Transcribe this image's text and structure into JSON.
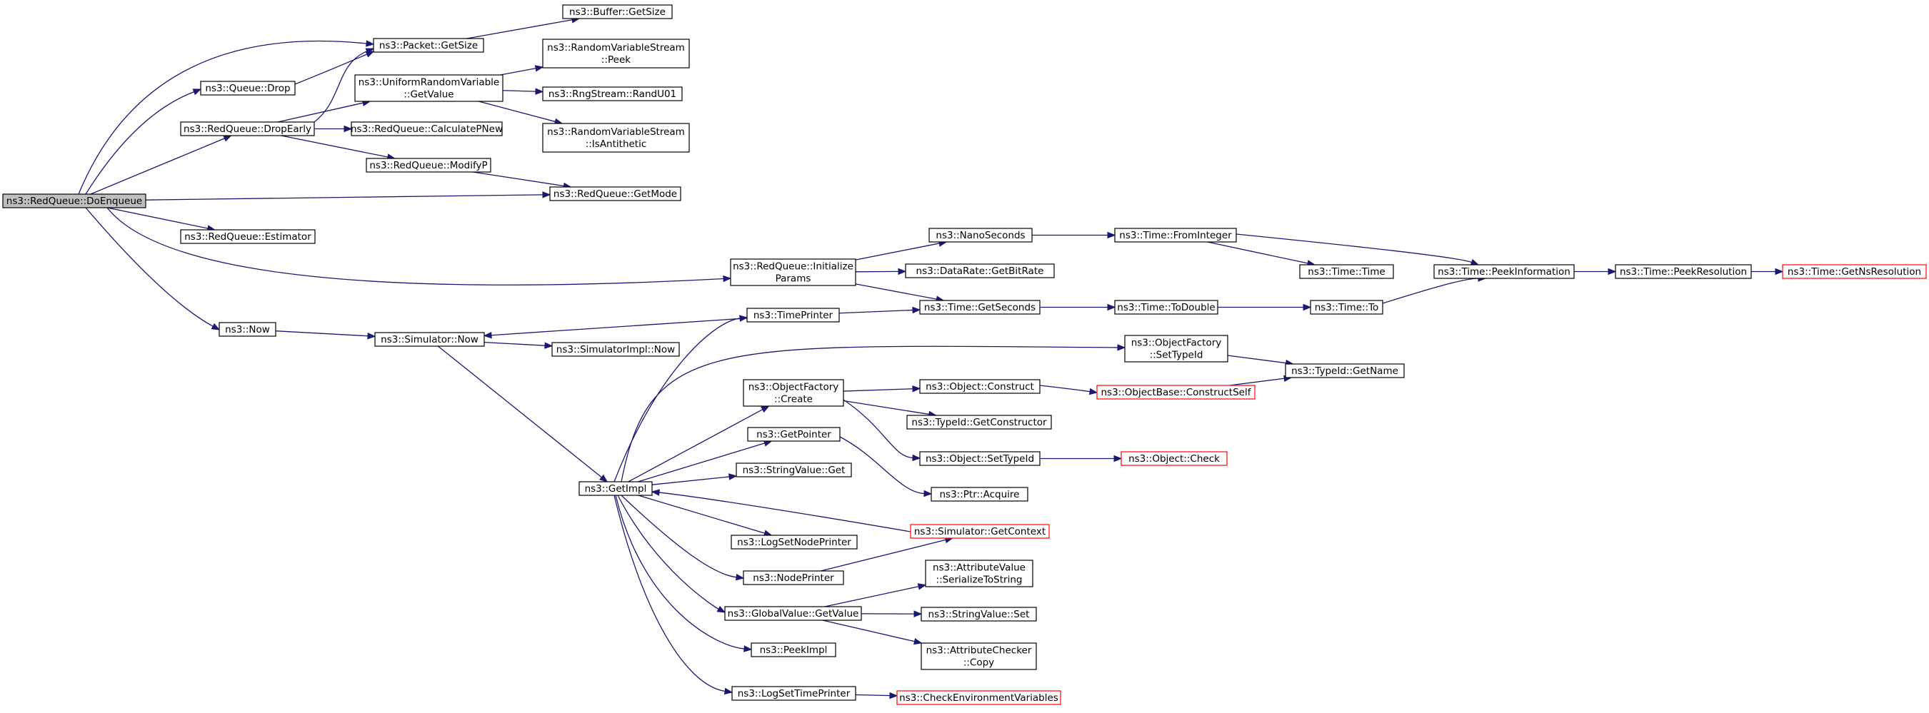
{
  "graph": {
    "edge_color": "#191970",
    "root_fill": "#bfbfbf",
    "truncated_border_color": "#ff0000",
    "nodes": [
      {
        "id": "root",
        "lines": [
          "ns3::RedQueue::DoEnqueue"
        ],
        "style": "root"
      },
      {
        "id": "buffer_getsize",
        "lines": [
          "ns3::Buffer::GetSize"
        ],
        "style": "normal"
      },
      {
        "id": "packet_getsize",
        "lines": [
          "ns3::Packet::GetSize"
        ],
        "style": "normal"
      },
      {
        "id": "queue_drop",
        "lines": [
          "ns3::Queue::Drop"
        ],
        "style": "normal"
      },
      {
        "id": "uniform_getvalue",
        "lines": [
          "ns3::UniformRandomVariable",
          "::GetValue"
        ],
        "style": "normal"
      },
      {
        "id": "rvs_peek",
        "lines": [
          "ns3::RandomVariableStream",
          "::Peek"
        ],
        "style": "normal"
      },
      {
        "id": "rngstream_randu01",
        "lines": [
          "ns3::RngStream::RandU01"
        ],
        "style": "normal"
      },
      {
        "id": "redqueue_dropearly",
        "lines": [
          "ns3::RedQueue::DropEarly"
        ],
        "style": "normal"
      },
      {
        "id": "redqueue_calculatepnew",
        "lines": [
          "ns3::RedQueue::CalculatePNew"
        ],
        "style": "normal"
      },
      {
        "id": "rvs_isantithetic",
        "lines": [
          "ns3::RandomVariableStream",
          "::IsAntithetic"
        ],
        "style": "normal"
      },
      {
        "id": "redqueue_modifyp",
        "lines": [
          "ns3::RedQueue::ModifyP"
        ],
        "style": "normal"
      },
      {
        "id": "redqueue_getmode",
        "lines": [
          "ns3::RedQueue::GetMode"
        ],
        "style": "normal"
      },
      {
        "id": "redqueue_estimator",
        "lines": [
          "ns3::RedQueue::Estimator"
        ],
        "style": "normal"
      },
      {
        "id": "nanoseconds",
        "lines": [
          "ns3::NanoSeconds"
        ],
        "style": "normal"
      },
      {
        "id": "time_frominteger",
        "lines": [
          "ns3::Time::FromInteger"
        ],
        "style": "normal"
      },
      {
        "id": "redqueue_initparams",
        "lines": [
          "ns3::RedQueue::Initialize",
          "Params"
        ],
        "style": "normal"
      },
      {
        "id": "datarate_getbitrate",
        "lines": [
          "ns3::DataRate::GetBitRate"
        ],
        "style": "normal"
      },
      {
        "id": "time_time",
        "lines": [
          "ns3::Time::Time"
        ],
        "style": "normal"
      },
      {
        "id": "time_peekinformation",
        "lines": [
          "ns3::Time::PeekInformation"
        ],
        "style": "normal"
      },
      {
        "id": "time_peekresolution",
        "lines": [
          "ns3::Time::PeekResolution"
        ],
        "style": "normal"
      },
      {
        "id": "time_getnsresolution",
        "lines": [
          "ns3::Time::GetNsResolution"
        ],
        "style": "truncated"
      },
      {
        "id": "time_getseconds",
        "lines": [
          "ns3::Time::GetSeconds"
        ],
        "style": "normal"
      },
      {
        "id": "time_todouble",
        "lines": [
          "ns3::Time::ToDouble"
        ],
        "style": "normal"
      },
      {
        "id": "time_to",
        "lines": [
          "ns3::Time::To"
        ],
        "style": "normal"
      },
      {
        "id": "timeprinter",
        "lines": [
          "ns3::TimePrinter"
        ],
        "style": "normal"
      },
      {
        "id": "now",
        "lines": [
          "ns3::Now"
        ],
        "style": "normal"
      },
      {
        "id": "simulator_now",
        "lines": [
          "ns3::Simulator::Now"
        ],
        "style": "normal"
      },
      {
        "id": "simulatorimpl_now",
        "lines": [
          "ns3::SimulatorImpl::Now"
        ],
        "style": "normal"
      },
      {
        "id": "objectfactory_settypeid",
        "lines": [
          "ns3::ObjectFactory",
          "::SetTypeId"
        ],
        "style": "normal"
      },
      {
        "id": "typeid_getname",
        "lines": [
          "ns3::TypeId::GetName"
        ],
        "style": "normal"
      },
      {
        "id": "objectfactory_create",
        "lines": [
          "ns3::ObjectFactory",
          "::Create"
        ],
        "style": "normal"
      },
      {
        "id": "object_construct",
        "lines": [
          "ns3::Object::Construct"
        ],
        "style": "normal"
      },
      {
        "id": "objectbase_constructself",
        "lines": [
          "ns3::ObjectBase::ConstructSelf"
        ],
        "style": "truncated"
      },
      {
        "id": "typeid_getconstructor",
        "lines": [
          "ns3::TypeId::GetConstructor"
        ],
        "style": "normal"
      },
      {
        "id": "getpointer",
        "lines": [
          "ns3::GetPointer"
        ],
        "style": "normal"
      },
      {
        "id": "object_settypeid",
        "lines": [
          "ns3::Object::SetTypeId"
        ],
        "style": "normal"
      },
      {
        "id": "object_check",
        "lines": [
          "ns3::Object::Check"
        ],
        "style": "truncated"
      },
      {
        "id": "stringvalue_get",
        "lines": [
          "ns3::StringValue::Get"
        ],
        "style": "normal"
      },
      {
        "id": "getimpl",
        "lines": [
          "ns3::GetImpl"
        ],
        "style": "normal"
      },
      {
        "id": "ptr_acquire",
        "lines": [
          "ns3::Ptr::Acquire"
        ],
        "style": "normal"
      },
      {
        "id": "simulator_getcontext",
        "lines": [
          "ns3::Simulator::GetContext"
        ],
        "style": "truncated"
      },
      {
        "id": "logsetnodeprinter",
        "lines": [
          "ns3::LogSetNodePrinter"
        ],
        "style": "normal"
      },
      {
        "id": "nodeprinter",
        "lines": [
          "ns3::NodePrinter"
        ],
        "style": "normal"
      },
      {
        "id": "attrvalue_serialize",
        "lines": [
          "ns3::AttributeValue",
          "::SerializeToString"
        ],
        "style": "normal"
      },
      {
        "id": "globalvalue_getvalue",
        "lines": [
          "ns3::GlobalValue::GetValue"
        ],
        "style": "normal"
      },
      {
        "id": "stringvalue_set",
        "lines": [
          "ns3::StringValue::Set"
        ],
        "style": "normal"
      },
      {
        "id": "peekimpl",
        "lines": [
          "ns3::PeekImpl"
        ],
        "style": "normal"
      },
      {
        "id": "attrchecker_copy",
        "lines": [
          "ns3::AttributeChecker",
          "::Copy"
        ],
        "style": "normal"
      },
      {
        "id": "logsettimeprinter",
        "lines": [
          "ns3::LogSetTimePrinter"
        ],
        "style": "normal"
      },
      {
        "id": "checkenvvars",
        "lines": [
          "ns3::CheckEnvironmentVariables"
        ],
        "style": "truncated"
      }
    ],
    "edges": [
      {
        "from": "root",
        "to": "packet_getsize"
      },
      {
        "from": "root",
        "to": "queue_drop"
      },
      {
        "from": "root",
        "to": "redqueue_dropearly"
      },
      {
        "from": "root",
        "to": "redqueue_getmode"
      },
      {
        "from": "root",
        "to": "redqueue_estimator"
      },
      {
        "from": "root",
        "to": "redqueue_initparams"
      },
      {
        "from": "root",
        "to": "now"
      },
      {
        "from": "packet_getsize",
        "to": "buffer_getsize"
      },
      {
        "from": "queue_drop",
        "to": "packet_getsize"
      },
      {
        "from": "redqueue_dropearly",
        "to": "packet_getsize"
      },
      {
        "from": "redqueue_dropearly",
        "to": "uniform_getvalue"
      },
      {
        "from": "redqueue_dropearly",
        "to": "redqueue_calculatepnew"
      },
      {
        "from": "redqueue_dropearly",
        "to": "redqueue_modifyp"
      },
      {
        "from": "uniform_getvalue",
        "to": "rvs_peek"
      },
      {
        "from": "uniform_getvalue",
        "to": "rngstream_randu01"
      },
      {
        "from": "uniform_getvalue",
        "to": "rvs_isantithetic"
      },
      {
        "from": "redqueue_modifyp",
        "to": "redqueue_getmode"
      },
      {
        "from": "redqueue_initparams",
        "to": "nanoseconds"
      },
      {
        "from": "redqueue_initparams",
        "to": "datarate_getbitrate"
      },
      {
        "from": "redqueue_initparams",
        "to": "time_getseconds"
      },
      {
        "from": "nanoseconds",
        "to": "time_frominteger"
      },
      {
        "from": "time_frominteger",
        "to": "time_time"
      },
      {
        "from": "time_frominteger",
        "to": "time_peekinformation"
      },
      {
        "from": "time_peekinformation",
        "to": "time_peekresolution"
      },
      {
        "from": "time_peekresolution",
        "to": "time_getnsresolution"
      },
      {
        "from": "time_getseconds",
        "to": "time_todouble"
      },
      {
        "from": "time_todouble",
        "to": "time_to"
      },
      {
        "from": "time_to",
        "to": "time_peekinformation"
      },
      {
        "from": "now",
        "to": "simulator_now"
      },
      {
        "from": "simulator_now",
        "to": "simulatorimpl_now"
      },
      {
        "from": "simulator_now",
        "to": "getimpl"
      },
      {
        "from": "timeprinter",
        "to": "simulator_now"
      },
      {
        "from": "timeprinter",
        "to": "time_getseconds"
      },
      {
        "from": "getimpl",
        "to": "timeprinter"
      },
      {
        "from": "getimpl",
        "to": "objectfactory_settypeid"
      },
      {
        "from": "getimpl",
        "to": "objectfactory_create"
      },
      {
        "from": "getimpl",
        "to": "getpointer"
      },
      {
        "from": "getimpl",
        "to": "stringvalue_get"
      },
      {
        "from": "getimpl",
        "to": "logsetnodeprinter"
      },
      {
        "from": "getimpl",
        "to": "nodeprinter"
      },
      {
        "from": "getimpl",
        "to": "globalvalue_getvalue"
      },
      {
        "from": "getimpl",
        "to": "peekimpl"
      },
      {
        "from": "getimpl",
        "to": "logsettimeprinter"
      },
      {
        "from": "objectfactory_settypeid",
        "to": "typeid_getname"
      },
      {
        "from": "objectfactory_create",
        "to": "object_construct"
      },
      {
        "from": "objectfactory_create",
        "to": "typeid_getconstructor"
      },
      {
        "from": "objectfactory_create",
        "to": "object_settypeid"
      },
      {
        "from": "object_construct",
        "to": "objectbase_constructself"
      },
      {
        "from": "objectbase_constructself",
        "to": "typeid_getname"
      },
      {
        "from": "object_settypeid",
        "to": "object_check"
      },
      {
        "from": "getpointer",
        "to": "ptr_acquire"
      },
      {
        "from": "simulator_getcontext",
        "to": "getimpl"
      },
      {
        "from": "nodeprinter",
        "to": "simulator_getcontext"
      },
      {
        "from": "globalvalue_getvalue",
        "to": "attrvalue_serialize"
      },
      {
        "from": "globalvalue_getvalue",
        "to": "stringvalue_set"
      },
      {
        "from": "globalvalue_getvalue",
        "to": "attrchecker_copy"
      },
      {
        "from": "logsettimeprinter",
        "to": "checkenvvars"
      }
    ]
  }
}
